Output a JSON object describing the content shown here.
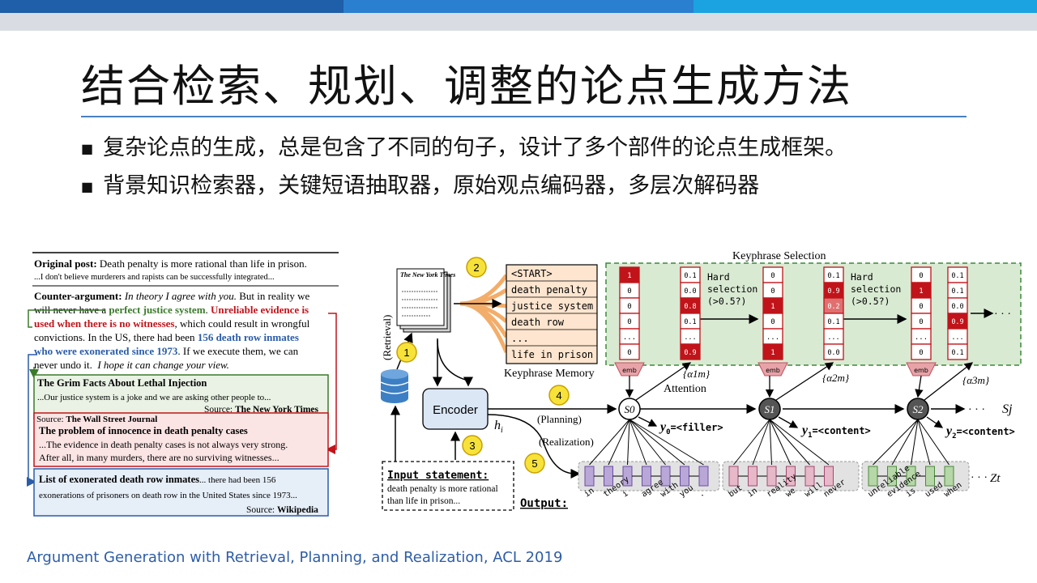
{
  "slide": {
    "title": "结合检索、规划、调整的论点生成方法",
    "bullets": [
      "复杂论点的生成，总是包含了不同的句子，设计了多个部件的论点生成框架。",
      "背景知识检索器，关键短语抽取器，原始观点编码器，多层次解码器"
    ],
    "citation": "Argument Generation with Retrieval, Planning, and Realization, ACL 2019"
  },
  "left_figure": {
    "op_label": "Original post:",
    "op_text": " Death penalty is more rational than life in prison.",
    "op_line2": "...I don't believe murderers and rapists can be successfully integrated...",
    "ca_label": "Counter-argument:",
    "ca_l1_italic": "In theory I agree with you.",
    "ca_l1_rest": " But in reality we",
    "ca_l2_a": "will never have a ",
    "ca_l2_green": "perfect justice system",
    "ca_l2_b": ". ",
    "ca_l2_red": "Unreliable evidence is",
    "ca_l3_red": "used when there is no witnesses",
    "ca_l3_rest": ", which could result in wrongful",
    "ca_l4_a": "convictions. In the US, there had been ",
    "ca_l4_blue": "156 death row inmates",
    "ca_l5_blue": "who were exonerated since 1973",
    "ca_l5_rest": ". If we execute them, we can",
    "ca_l6_a": "never undo it.  ",
    "ca_l6_italic": "I hope it can change your view.",
    "nyt_title": "The Grim Facts About Lethal Injection",
    "nyt_body": "...Our justice system is a joke and we are asking other people to...",
    "nyt_source_label": "Source: ",
    "nyt_source": "The New York Times",
    "wsj_source_label": "Source: ",
    "wsj_source": "The Wall Street Journal",
    "wsj_title": "The problem of innocence in death penalty cases",
    "wsj_body1": "...The evidence in death penalty cases is not always very strong.",
    "wsj_body2": "After all, in many murders, there are no surviving witnesses...",
    "wiki_title": "List of exonerated death row inmates",
    "wiki_body1": "... there had been 156",
    "wiki_body2": "exonerations of prisoners on death row in the United States since 1973...",
    "wiki_source_label": "Source: ",
    "wiki_source": "Wikipedia"
  },
  "right_figure": {
    "keyphrase_selection": "Keyphrase Selection",
    "keyphrase_memory_label": "Keyphrase Memory",
    "memory_items": [
      "<START>",
      "death penalty",
      "justice system",
      "death row",
      "...",
      "life in prison"
    ],
    "doc_title": "The New York Times",
    "retrieval_label": "(Retrieval)",
    "encoder_label": "Encoder",
    "h_label": "h",
    "h_sub": "i",
    "planning_label": "(Planning)",
    "realization_label": "(Realization)",
    "input_statement_label": "Input statement:",
    "input_statement_text1": "death penalty is more rational",
    "input_statement_text2": "than life in prison...",
    "step_numbers": [
      "1",
      "2",
      "3",
      "4",
      "5"
    ],
    "hard_selection": [
      "Hard",
      "selection",
      "(>0.5?)"
    ],
    "attention_label": "Attention",
    "emb_label": "emb",
    "alpha_labels": [
      "{α1m}",
      "{α2m}",
      "{α3m}"
    ],
    "state_labels": [
      "S0",
      "S1",
      "S2"
    ],
    "sj_label": "Sj",
    "zt_label": "Zt",
    "output_label": "Output:",
    "y_labels": [
      "=<filler>",
      "=<content>",
      "=<content>"
    ],
    "selection_vectors": [
      [
        "1",
        "0",
        "0",
        "0",
        "...",
        "0"
      ],
      [
        "0",
        "0",
        "1",
        "0",
        "...",
        "1"
      ],
      [
        "0",
        "1",
        "0",
        "0",
        "...",
        "0"
      ]
    ],
    "attention_vectors": [
      [
        "0.1",
        "0.0",
        "0.8",
        "0.1",
        "...",
        "0.9"
      ],
      [
        "0.1",
        "0.9",
        "0.2",
        "0.1",
        "...",
        "0.0"
      ],
      [
        "0.1",
        "0.1",
        "0.0",
        "0.9",
        "...",
        "0.1"
      ]
    ],
    "output_words": [
      "in",
      "theory",
      "i",
      "agree",
      "with",
      "you",
      ".",
      "but",
      "in",
      "reality",
      "we",
      "will",
      "never",
      "unreliable",
      "evidence",
      "is",
      "used",
      "when"
    ],
    "ellipsis": "· · ·"
  },
  "colors": {
    "topbar": [
      "#1f5ea8",
      "#2a7fd0",
      "#1aa3e0"
    ],
    "title_rule": "#4a80c0",
    "keyphrase_bg": "#d9ead3",
    "memory_bg": "#fde5cf",
    "red_cell": "#c0141a",
    "purple_token": "#b9a7d8",
    "pink_token": "#e6b8c8",
    "green_token": "#b6d7a8"
  }
}
